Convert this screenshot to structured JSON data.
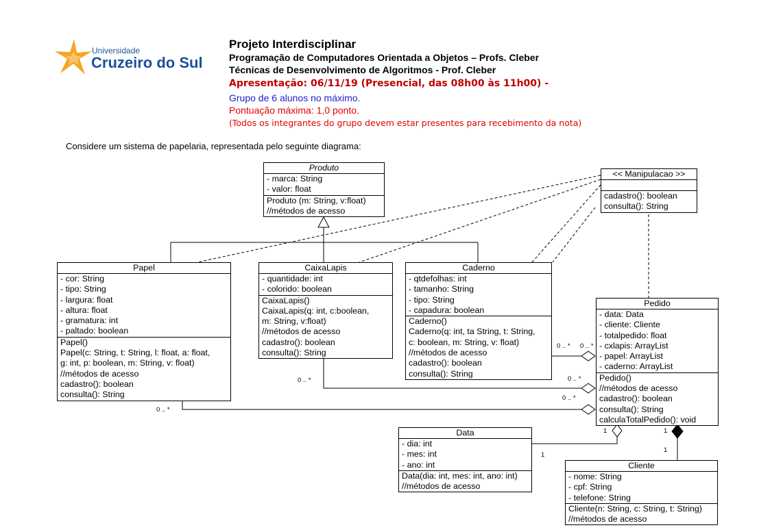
{
  "logo": {
    "line1": "Universidade",
    "line2": "Cruzeiro do Sul",
    "star_color": "#f5a623",
    "text_color": "#1d4f9c"
  },
  "header": {
    "title": "Projeto Interdisciplinar",
    "course1": "Programação de Computadores Orientada a Objetos – Profs. Cleber",
    "course2": "Técnicas de Desenvolvimento de Algoritmos - Prof. Cleber",
    "presentation": "Apresentação: 06/11/19 (Presencial, das 08h00 às 11h00) -",
    "group": "Grupo de 6 alunos no máximo.",
    "score": "Pontuação máxima: 1,0 ponto.",
    "note": "(Todos os integrantes do grupo devem estar presentes para recebimento da nota)"
  },
  "intro": "Considere um sistema de papelaria, representada pelo seguinte diagrama:",
  "diagram": {
    "produto": {
      "name": "Produto",
      "attrs": [
        "- marca: String",
        "- valor: float"
      ],
      "methods": [
        "Produto (m: String, v:float)",
        "//métodos de acesso"
      ]
    },
    "manipulacao": {
      "name": "<< Manipulacao >>",
      "methods": [
        "cadastro(): boolean",
        "consulta(): String"
      ]
    },
    "papel": {
      "name": "Papel",
      "attrs": [
        "- cor: String",
        "- tipo: String",
        "- largura: float",
        "- altura: float",
        "- gramatura: int",
        "- paltado: boolean"
      ],
      "methods": [
        "Papel()",
        "Papel(c: String, t: String, l: float, a: float,",
        "g: int, p: boolean, m: String, v: float)",
        "//métodos de acesso",
        "cadastro(): boolean",
        "consulta(): String"
      ]
    },
    "caixalapis": {
      "name": "CaixaLapis",
      "attrs": [
        "- quantidade: int",
        "- colorido: boolean"
      ],
      "methods": [
        "CaixaLapis()",
        "CaixaLapis(q: int, c:boolean,",
        "m: String, v:float)",
        "//métodos de acesso",
        "cadastro(): boolean",
        "consulta(): String"
      ]
    },
    "caderno": {
      "name": "Caderno",
      "attrs": [
        "- qtdefolhas: int",
        "- tamanho: String",
        "- tipo: String",
        "- capadura: boolean"
      ],
      "methods": [
        "Caderno()",
        "Caderno(q: int, ta String, t: String,",
        "c: boolean, m: String, v: float)",
        "//métodos de acesso",
        "cadastro(): boolean",
        "consulta(): String"
      ]
    },
    "pedido": {
      "name": "Pedido",
      "attrs": [
        "- data: Data",
        "- cliente: Cliente",
        "- totalpedido: float",
        "- cxlapis: ArrayList",
        "- papel: ArrayList",
        "- caderno: ArrayList"
      ],
      "methods": [
        "Pedido()",
        "//métodos de acesso",
        "cadastro(): boolean",
        "consulta(): String",
        "calculaTotalPedido(): void"
      ]
    },
    "data": {
      "name": "Data",
      "attrs": [
        "- dia: int",
        "- mes: int",
        "- ano: int"
      ],
      "methods": [
        "Data(dia: int, mes: int, ano: int)",
        "//métodos de acesso"
      ]
    },
    "cliente": {
      "name": "Cliente",
      "attrs": [
        "- nome: String",
        "- cpf: String",
        "- telefone: String"
      ],
      "methods": [
        "Cliente(n: String, c: String, t: String)",
        "//métodos de acesso"
      ]
    },
    "multiplicities": {
      "caderno_left": "0 .. *",
      "caderno_right": "0 .. *",
      "caixa_left": "0 .. *",
      "caixa_right": "0 .. *",
      "papel_left": "0 .. *",
      "papel_right": "0 .. *",
      "data_pedido": "1",
      "data_side": "1",
      "cliente_pedido": "1",
      "cliente_side": "1"
    }
  }
}
